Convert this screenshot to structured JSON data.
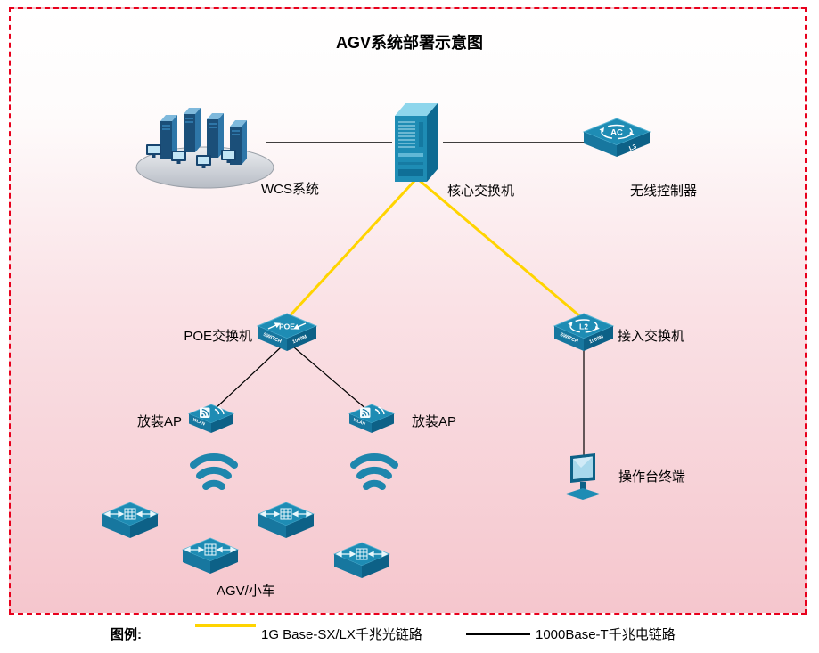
{
  "title": "AGV系统部署示意图",
  "nodes": {
    "wcs": {
      "label": "WCS系统"
    },
    "core_switch": {
      "label": "核心交换机"
    },
    "wireless_controller": {
      "label": "无线控制器",
      "badge": "AC",
      "tier": "L3"
    },
    "poe_switch": {
      "label": "POE交换机",
      "badge": "POE",
      "edge_left": "SWITCH",
      "edge_right": "1000M"
    },
    "access_switch": {
      "label": "接入交换机",
      "badge": "L2",
      "edge_left": "SWITCH",
      "edge_right": "1000M"
    },
    "ap_left": {
      "label": "放装AP",
      "edge": "WLAN"
    },
    "ap_right": {
      "label": "放装AP",
      "edge": "WLAN"
    },
    "terminal": {
      "label": "操作台终端"
    },
    "agv": {
      "label": "AGV/小车"
    }
  },
  "legend": {
    "title": "图例:",
    "items": [
      {
        "label": "1G Base-SX/LX千兆光链路",
        "color": "#ffd400"
      },
      {
        "label": "1000Base-T千兆电链路",
        "color": "#000000"
      }
    ]
  },
  "colors": {
    "device_teal": "#1e8cb4",
    "device_teal_dark": "#0d6187",
    "fiber_link": "#ffd400",
    "copper_link": "#000000",
    "frame_border": "#e8001c",
    "background_pink": "#f5c6cd"
  }
}
